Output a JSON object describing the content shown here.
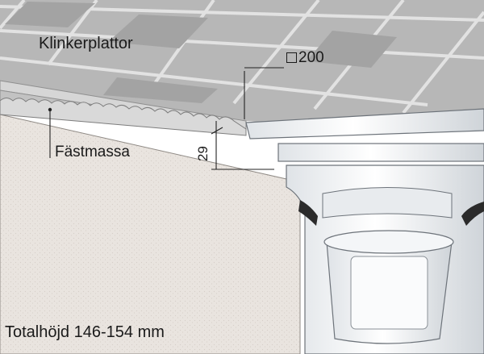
{
  "labels": {
    "tiles": "Klinkerplattor",
    "drain_size": "200",
    "drain_size_icon": "square-symbol",
    "adhesive": "Fästmassa",
    "layer_dimension": "29",
    "total_height": "Totalhöjd 146-154 mm"
  },
  "colors": {
    "tile_light": "#c9c9c9",
    "tile_dark": "#a9a9a9",
    "grout": "#e2e2e2",
    "screed": "#e9e4df",
    "drain_plastic": "#f2f4f6",
    "gasket": "#2b2b2b"
  }
}
